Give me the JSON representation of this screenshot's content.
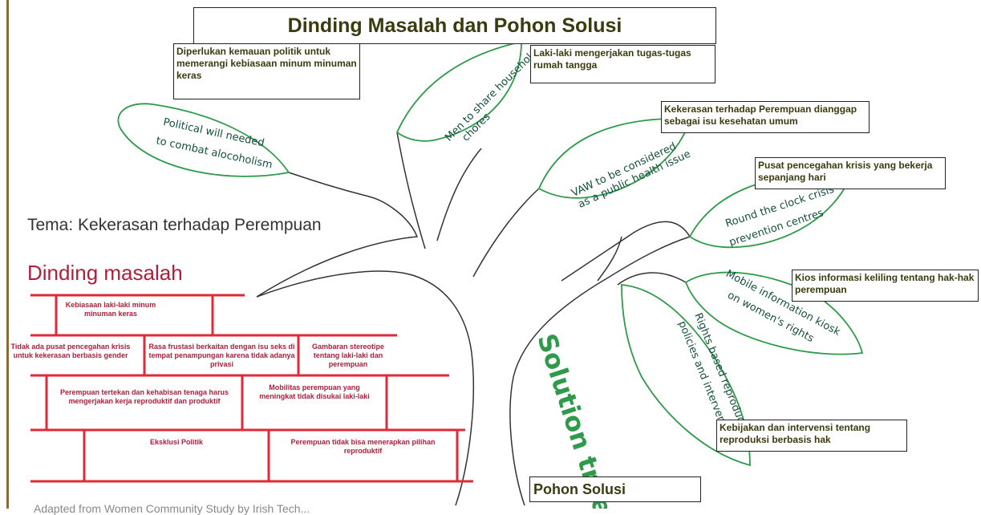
{
  "title": "Dinding Masalah dan Pohon Solusi",
  "theme": "Tema: Kekerasan terhadap Perempuan",
  "wall_title": "Dinding masalah",
  "tree_label": "Solution tree",
  "bottom_label": "Pohon Solusi",
  "colors": {
    "wall": "#e02a3a",
    "wall_text": "#b01e3a",
    "leaf": "#2e9a4a",
    "leaf_text": "#14503c"
  },
  "leaves": [
    {
      "id": "political",
      "lines": [
        "Political will needed",
        "to combat alocoholism"
      ]
    },
    {
      "id": "men",
      "lines": [
        "Men to share household",
        "chores"
      ]
    },
    {
      "id": "vaw",
      "lines": [
        "VAW to be considered",
        "as a public health issue"
      ]
    },
    {
      "id": "round",
      "lines": [
        "Round the clock crisis",
        "prevention centres"
      ]
    },
    {
      "id": "mobile",
      "lines": [
        "Mobile information kiosk",
        "on women's rights"
      ]
    },
    {
      "id": "rights",
      "lines": [
        "Rights based reproductive",
        "policies and interventions"
      ]
    }
  ],
  "captions": [
    "Diperlukan kemauan politik untuk memerangi kebiasaan minum minuman keras",
    "Laki-laki mengerjakan tugas-tugas rumah tangga",
    "Kekerasan terhadap Perempuan dianggap sebagai isu kesehatan umum",
    "Pusat pencegahan krisis yang bekerja sepanjang hari",
    "Kios informasi keliling tentang hak-hak perempuan",
    "Kebijakan dan intervensi tentang reproduksi berbasis hak"
  ],
  "bricks": [
    "Kebiasaan laki-laki minum minuman keras",
    "Tidak ada pusat pencegahan krisis untuk kekerasan berbasis gender",
    "Rasa frustasi berkaitan dengan isu seks di tempat penampungan karena tidak adanya privasi",
    "Gambaran stereotipe tentang laki-laki dan perempuan",
    "Perempuan tertekan dan kehabisan tenaga harus mengerjakan kerja reproduktif dan produktif",
    "Mobilitas perempuan yang meningkat tidak disukai laki-laki",
    "Eksklusi Politik",
    "Perempuan tidak bisa menerapkan pilihan reproduktif"
  ],
  "footer_fragment": "Adapted from Women Community Study by Irish Tech..."
}
